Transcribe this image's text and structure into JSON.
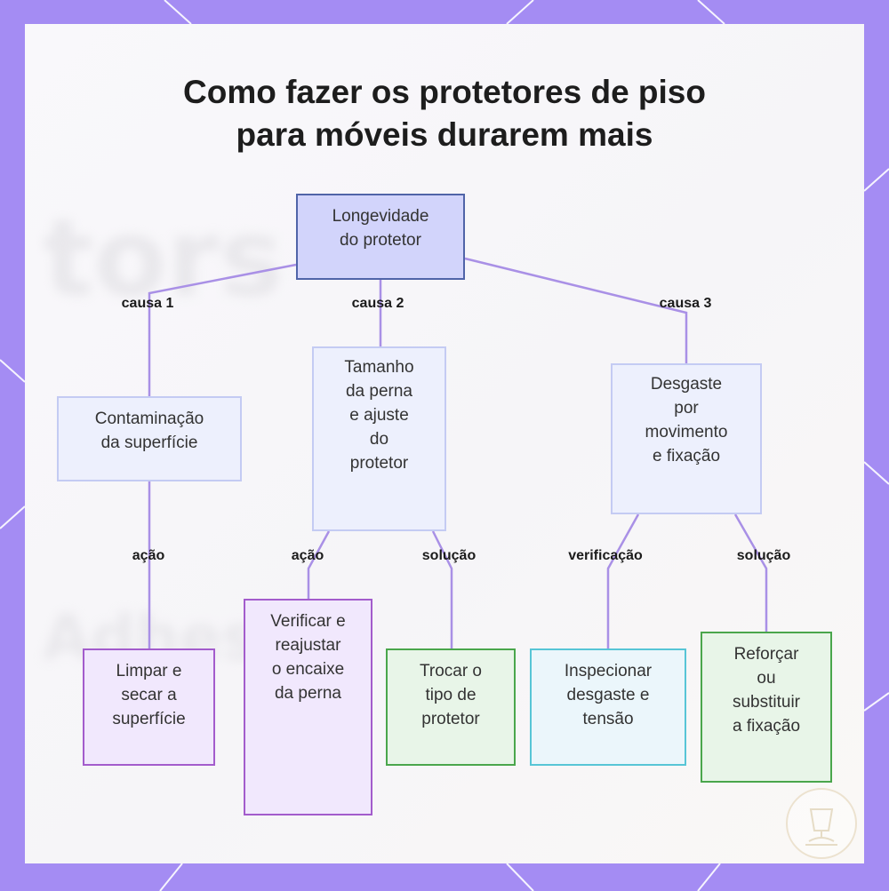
{
  "title": {
    "line1": "Como fazer os protetores de piso",
    "line2": "para móveis durarem mais"
  },
  "background_text": {
    "word1": "tors",
    "word2": "Adhesi"
  },
  "nodes": {
    "root": "Longevidade\ndo protetor",
    "cause1": "Contaminação\nda superfície",
    "cause2": "Tamanho\nda perna\ne ajuste\ndo\nprotetor",
    "cause3": "Desgaste\npor\nmovimento\ne fixação",
    "action1": "Limpar e\nsecar a\nsuperfície",
    "action2": "Verificar e\nreajustar\no encaixe\nda perna",
    "solution2": "Trocar o\ntipo de\nprotetor",
    "check3": "Inspecionar\ndesgaste e\ntensão",
    "solution3": "Reforçar\nou\nsubstituir\na fixação"
  },
  "edge_labels": {
    "cause1": "causa 1",
    "cause2": "causa 2",
    "cause3": "causa 3",
    "action1": "ação",
    "action2": "ação",
    "solution2": "solução",
    "check3": "verificação",
    "solution3": "solução"
  },
  "colors": {
    "frame": "#a48cf3",
    "edge": "#a990e6",
    "root_fill": "#d2d4fb",
    "cause_fill": "#edf0fd",
    "action_border": "#a35ccc",
    "solution_border": "#4aa64c",
    "check_border": "#57c5d6"
  }
}
